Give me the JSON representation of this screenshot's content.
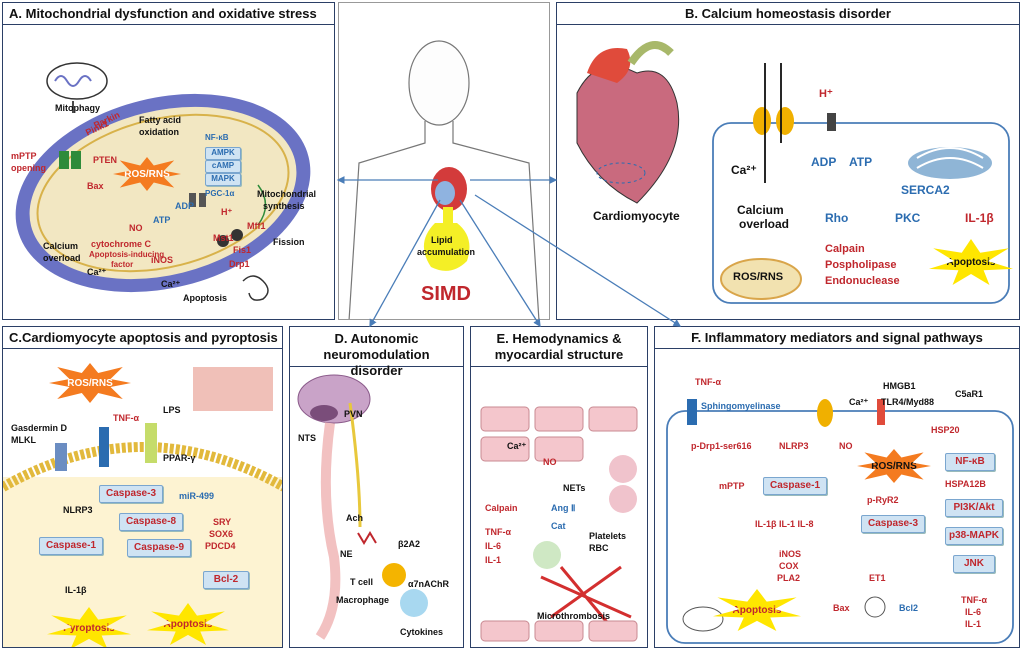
{
  "panelA": {
    "title": "A. Mitochondrial dysfunction and oxidative stress",
    "mitophagy": "Mitophagy",
    "pink1": "Pink1",
    "parkin": "Parkin",
    "pten": "PTEN",
    "mptp": "mPTP",
    "opening": "opening",
    "bax": "Bax",
    "ros": "ROS/RNS",
    "no": "NO",
    "calcium": "Calcium",
    "overload": "overload",
    "ca": "Ca²⁺",
    "cytc": "cytochrome C",
    "aif1": "Apoptosis-inducing",
    "aif2": "factor",
    "inos": "iNOS",
    "fatty1": "Fatty acid",
    "fatty2": "oxidation",
    "nfkb": "NF-κB",
    "ampk": "AMPK",
    "camp": "cAMP",
    "mapk": "MAPK",
    "pgc": "PGC-1α",
    "atp": "ATP",
    "adp": "ADP",
    "h": "H⁺",
    "mito1": "Mitochondrial",
    "mito2": "synthesis",
    "mst1": "Mst1",
    "fis1": "Fis1",
    "mff1": "Mff1",
    "drp1": "Drp1",
    "fission": "Fission",
    "apoptosis": "Apoptosis",
    "ca2": "Ca²⁺"
  },
  "center": {
    "lipid1": "Lipid",
    "lipid2": "accumulation",
    "simd": "SIMD"
  },
  "panelB": {
    "title": "B. Calcium homeostasis disorder",
    "h": "H⁺",
    "adp": "ADP",
    "atp": "ATP",
    "ca": "Ca²⁺",
    "serca": "SERCA2",
    "calcium": "Calcium",
    "overload": "overload",
    "rho": "Rho",
    "pkc": "PKC",
    "il1b": "IL-1β",
    "cardiomyocyte": "Cardiomyocyte",
    "ros": "ROS/RNS",
    "calpain": "Calpain",
    "phospho": "Pospholipase",
    "endo": "Endonuclease",
    "apoptosis": "Apoptosis"
  },
  "panelC": {
    "title": "C.Cardiomyocyte apoptosis and pyroptosis",
    "ros": "ROS/RNS",
    "gasd1": "Gasdermin D",
    "gasd2": "MLKL",
    "tnf": "TNF-α",
    "lps": "LPS",
    "ppar": "PPAR-γ",
    "nlrp3": "NLRP3",
    "casp3": "Caspase-3",
    "mir": "miR-499",
    "casp8": "Caspase-8",
    "casp1": "Caspase-1",
    "casp9": "Caspase-9",
    "sry": "SRY",
    "sox6": "SOX6",
    "pdcd4": "PDCD4",
    "il1b": "IL-1β",
    "bcl2": "Bcl-2",
    "pyroptosis": "Pyroptosis",
    "apoptosis": "Apoptosis"
  },
  "panelD": {
    "title1": "D. Autonomic",
    "title2": "neuromodulation disorder",
    "pvn": "PVN",
    "nts": "NTS",
    "ach": "Ach",
    "ne": "NE",
    "b2a2": "β2A2",
    "tcell": "T cell",
    "a7": "α7nAChR",
    "macro": "Macrophage",
    "cyto": "Cytokines"
  },
  "panelE": {
    "title1": "E. Hemodynamics &",
    "title2": "myocardial structure",
    "ca": "Ca²⁺",
    "no": "NO",
    "nets": "NETs",
    "calpain": "Calpain",
    "ang": "Ang Ⅱ",
    "cat": "Cat",
    "tnf": "TNF-α",
    "il6": "IL-6",
    "il1": "IL-1",
    "platelets": "Platelets",
    "rbc": "RBC",
    "micro": "Microthrombosis"
  },
  "panelF": {
    "title": "F. Inflammatory mediators and signal pathways",
    "tnf": "TNF-α",
    "sphingo": "Sphingomyelinase",
    "hmgb1": "HMGB1",
    "ca": "Ca²⁺",
    "tlr4": "TLR4/Myd88",
    "c5ar1": "C5aR1",
    "pdrp1": "p-Drp1-ser616",
    "nlrp3": "NLRP3",
    "no": "NO",
    "hsp20": "HSP20",
    "ros": "ROS/RNS",
    "nfkb": "NF-κB",
    "mptp": "mPTP",
    "casp1": "Caspase-1",
    "pryr2": "p-RyR2",
    "hspa12b": "HSPA12B",
    "il": "IL-1β IL-1 IL-8",
    "casp3": "Caspase-3",
    "pi3k": "PI3K/Akt",
    "inos": "iNOS",
    "cox": "COX",
    "pla2": "PLA2",
    "p38": "p38-MAPK",
    "jnk": "JNK",
    "et1": "ET1",
    "apoptosis": "Apoptosis",
    "bax": "Bax",
    "bcl2": "Bcl2",
    "tnf2": "TNF-α",
    "il6": "IL-6",
    "il1": "IL-1"
  }
}
